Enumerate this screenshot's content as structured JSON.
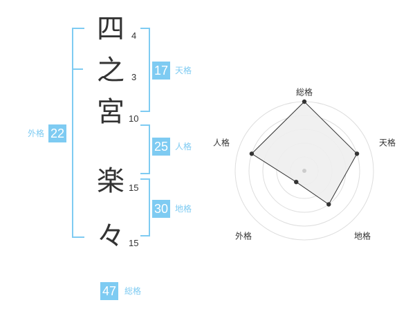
{
  "name": {
    "characters": [
      {
        "char": "四",
        "strokes": "4"
      },
      {
        "char": "之",
        "strokes": "3"
      },
      {
        "char": "宮",
        "strokes": "10"
      },
      {
        "char": "楽",
        "strokes": "15"
      },
      {
        "char": "々",
        "strokes": "15"
      }
    ]
  },
  "fortune": {
    "tenkaku": {
      "value": "17",
      "label": "天格"
    },
    "jinkaku": {
      "value": "25",
      "label": "人格"
    },
    "chikaku": {
      "value": "30",
      "label": "地格"
    },
    "gaikaku": {
      "value": "22",
      "label": "外格"
    },
    "soukaku": {
      "value": "47",
      "label": "総格"
    }
  },
  "colors": {
    "accent": "#7ecbf2",
    "text": "#333333",
    "ring": "#dddddd",
    "fill": "#eeeeee"
  },
  "chart_data": {
    "type": "radar",
    "axes": [
      "総格",
      "天格",
      "地格",
      "外格",
      "人格"
    ],
    "values": [
      1.0,
      0.8,
      0.6,
      0.2,
      0.8
    ],
    "max": 1.0
  }
}
